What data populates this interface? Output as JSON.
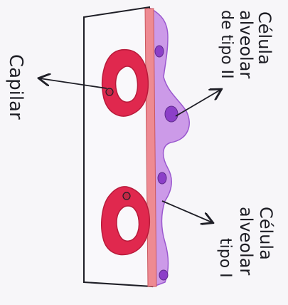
{
  "labels": {
    "capilar": "Capilar",
    "tipo2_line1": "Célula",
    "tipo2_line2": "alveolar",
    "tipo2_line3": "de tipo II",
    "tipo1_line1": "Célula",
    "tipo1_line2": "alveolar",
    "tipo1_line3": "tipo I"
  },
  "colors": {
    "outline": "#1e1e26",
    "capillary": "#e0284e",
    "capillary_dark": "#b81a3a",
    "membrane": "#ee8a92",
    "cell_purple": "#cc9ae8",
    "cell_purple_dark": "#9a58cf",
    "nucleus": "#8c3fc8"
  }
}
